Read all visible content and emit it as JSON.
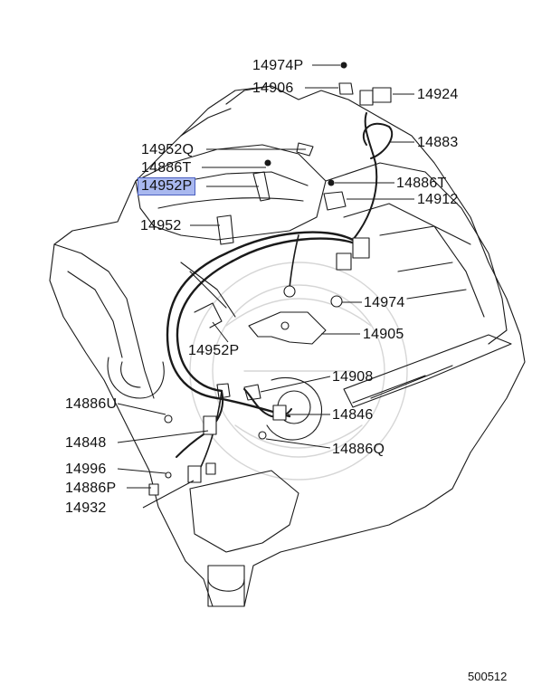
{
  "diagram": {
    "diagram_number": "500512",
    "callouts": [
      {
        "id": "c-14974p",
        "text": "14974P",
        "highlighted": false
      },
      {
        "id": "c-14906",
        "text": "14906",
        "highlighted": false
      },
      {
        "id": "c-14924",
        "text": "14924",
        "highlighted": false
      },
      {
        "id": "c-14883",
        "text": "14883",
        "highlighted": false
      },
      {
        "id": "c-14952q",
        "text": "14952Q",
        "highlighted": false
      },
      {
        "id": "c-14886t-left",
        "text": "14886T",
        "highlighted": false
      },
      {
        "id": "c-14886t-right",
        "text": "14886T",
        "highlighted": false
      },
      {
        "id": "c-14952p-top",
        "text": "14952P",
        "highlighted": true
      },
      {
        "id": "c-14912",
        "text": "14912",
        "highlighted": false
      },
      {
        "id": "c-14952",
        "text": "14952",
        "highlighted": false
      },
      {
        "id": "c-14974",
        "text": "14974",
        "highlighted": false
      },
      {
        "id": "c-14905",
        "text": "14905",
        "highlighted": false
      },
      {
        "id": "c-14952p-bottom",
        "text": "14952P",
        "highlighted": false
      },
      {
        "id": "c-14908",
        "text": "14908",
        "highlighted": false
      },
      {
        "id": "c-14886u",
        "text": "14886U",
        "highlighted": false
      },
      {
        "id": "c-14846",
        "text": "14846",
        "highlighted": false
      },
      {
        "id": "c-14848",
        "text": "14848",
        "highlighted": false
      },
      {
        "id": "c-14886q",
        "text": "14886Q",
        "highlighted": false
      },
      {
        "id": "c-14996",
        "text": "14996",
        "highlighted": false
      },
      {
        "id": "c-14886p",
        "text": "14886P",
        "highlighted": false
      },
      {
        "id": "c-14932",
        "text": "14932",
        "highlighted": false
      }
    ],
    "colors": {
      "line": "#1a1a1a",
      "highlight_fill": "#a9b8ef",
      "highlight_border": "#4a5fc0",
      "watermark": "#d8d8d8"
    }
  }
}
